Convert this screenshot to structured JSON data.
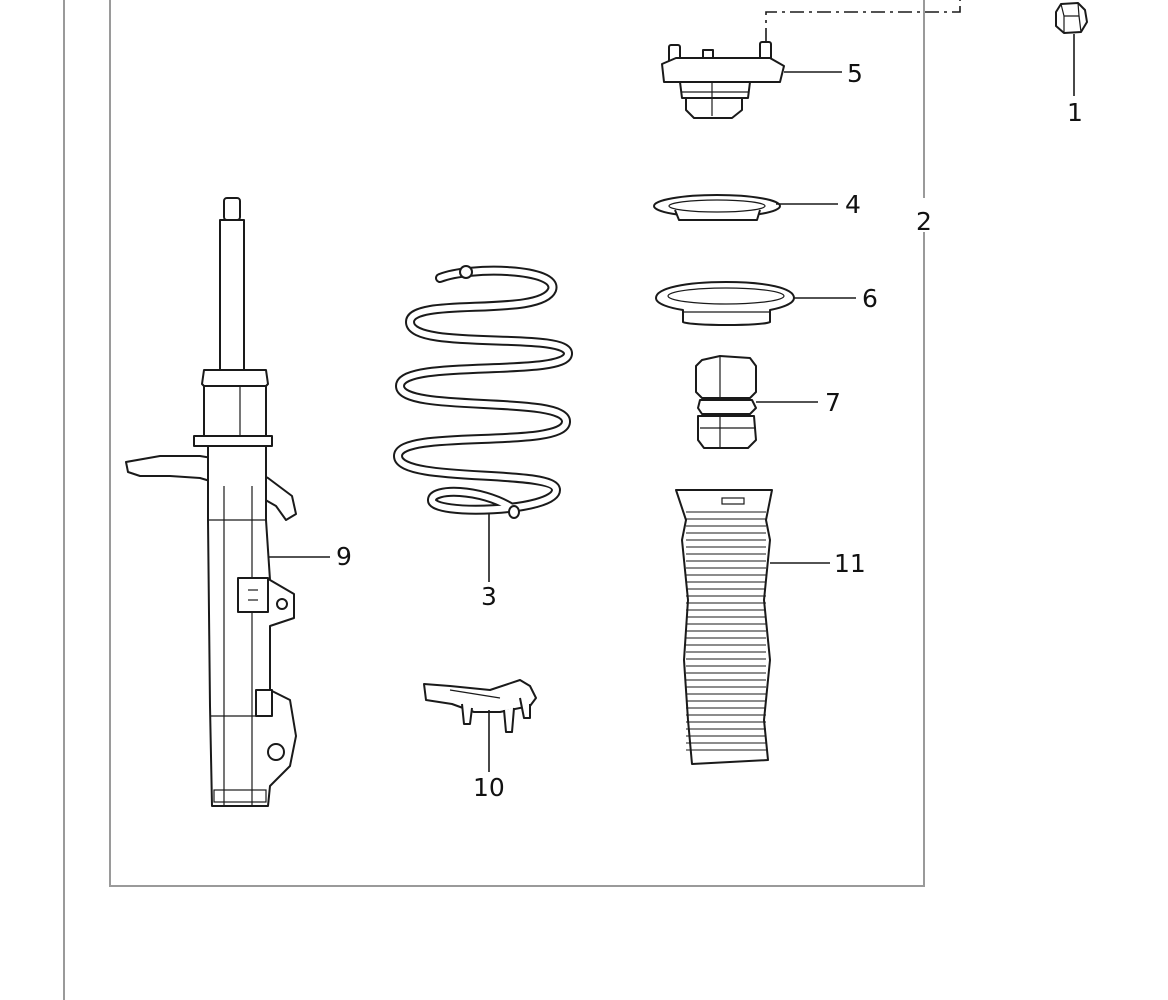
{
  "callouts": {
    "c1": "1",
    "c2": "2",
    "c3": "3",
    "c4": "4",
    "c5": "5",
    "c6": "6",
    "c7": "7",
    "c9": "9",
    "c10": "10",
    "c11": "11"
  },
  "colors": {
    "line": "#1a1a1a",
    "frame": "#9a9a9a",
    "background": "#ffffff"
  }
}
